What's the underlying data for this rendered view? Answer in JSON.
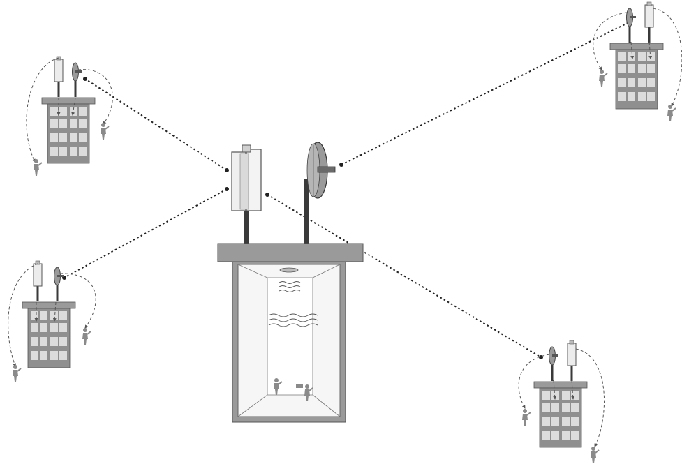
{
  "colors": {
    "background": "#ffffff",
    "outline": "#555555",
    "panel_fill": "#ececec",
    "roof_fill": "#9a9a9a",
    "window_fill": "#dcdcdc",
    "pole": "#3a3a3a",
    "link": "#222222",
    "person": "#8a8a8a"
  },
  "icons": {
    "central_station": "base-station-icon",
    "building": "building-icon",
    "flat_antenna": "flat-panel-antenna-icon",
    "dish_antenna": "dish-antenna-icon",
    "person": "person-icon"
  },
  "central": {
    "antennas": [
      "flat-panel",
      "dish"
    ],
    "occupants": 2
  },
  "remote_sites": [
    {
      "id": "top-left",
      "antennas": [
        "flat-panel",
        "dish"
      ],
      "users": 2
    },
    {
      "id": "top-right",
      "antennas": [
        "dish",
        "flat-panel"
      ],
      "users": 2
    },
    {
      "id": "bottom-left",
      "antennas": [
        "flat-panel",
        "dish"
      ],
      "users": 2
    },
    {
      "id": "bottom-right",
      "antennas": [
        "dish",
        "flat-panel"
      ],
      "users": 2
    }
  ],
  "links": [
    {
      "from": "central-flat-panel",
      "to": "top-left"
    },
    {
      "from": "central-flat-panel",
      "to": "bottom-left"
    },
    {
      "from": "central-dish",
      "to": "top-right"
    },
    {
      "from": "central-flat-panel",
      "to": "bottom-right"
    }
  ]
}
